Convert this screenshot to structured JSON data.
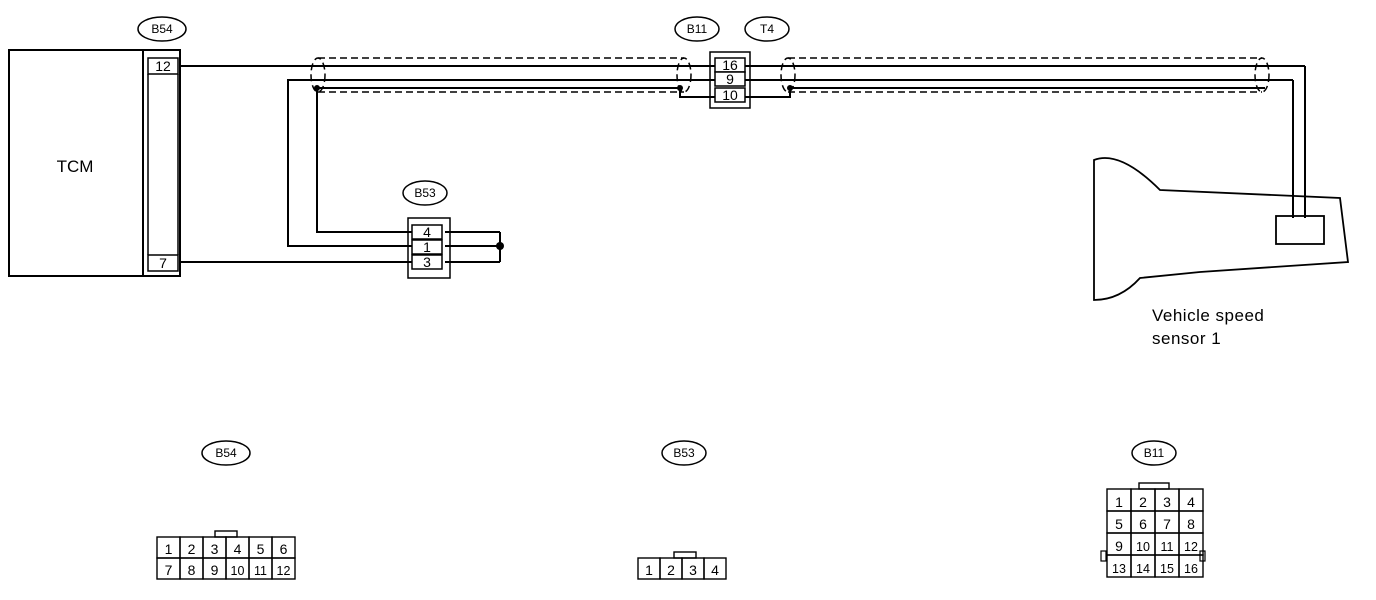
{
  "tcm_label": "TCM",
  "sensor_label_line1": "Vehicle speed",
  "sensor_label_line2": "sensor 1",
  "connectors": {
    "b54_top": {
      "id": "B54",
      "pins": [
        "12",
        "7"
      ]
    },
    "b11_top": {
      "id": "B11"
    },
    "t4_top": {
      "id": "T4",
      "pins": [
        "16",
        "9",
        "10"
      ]
    },
    "b53_top": {
      "id": "B53",
      "pins": [
        "4",
        "1",
        "3"
      ]
    }
  },
  "connector_views": {
    "b54": {
      "id": "B54",
      "rows": [
        [
          "1",
          "2",
          "3",
          "4",
          "5",
          "6"
        ],
        [
          "7",
          "8",
          "9",
          "10",
          "11",
          "12"
        ]
      ]
    },
    "b53": {
      "id": "B53",
      "rows": [
        [
          "1",
          "2",
          "3",
          "4"
        ]
      ]
    },
    "b11": {
      "id": "B11",
      "rows": [
        [
          "1",
          "2",
          "3",
          "4"
        ],
        [
          "5",
          "6",
          "7",
          "8"
        ],
        [
          "9",
          "10",
          "11",
          "12"
        ],
        [
          "13",
          "14",
          "15",
          "16"
        ]
      ]
    }
  }
}
